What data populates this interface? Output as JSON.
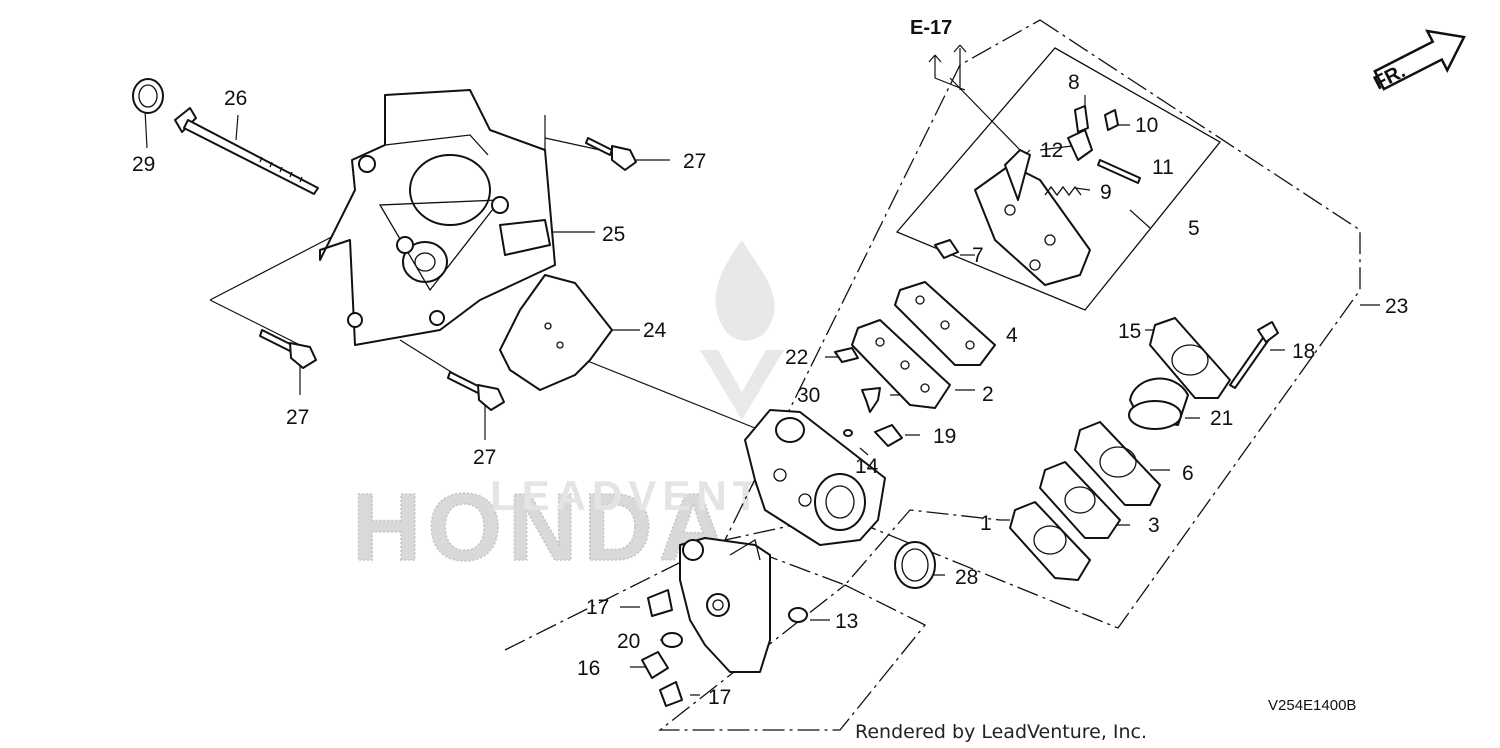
{
  "diagram": {
    "reference": "E-17",
    "direction": "FR.",
    "diagram_code": "V254E1400B",
    "credit": "Rendered by LeadVenture, Inc.",
    "watermark_brand": "HONDA",
    "watermark_dealer": "LEADVENTURE"
  },
  "callouts": [
    {
      "id": "c1",
      "label": "1"
    },
    {
      "id": "c2",
      "label": "2"
    },
    {
      "id": "c3",
      "label": "3"
    },
    {
      "id": "c4",
      "label": "4"
    },
    {
      "id": "c5",
      "label": "5"
    },
    {
      "id": "c6",
      "label": "6"
    },
    {
      "id": "c7",
      "label": "7"
    },
    {
      "id": "c8",
      "label": "8"
    },
    {
      "id": "c9",
      "label": "9"
    },
    {
      "id": "c10",
      "label": "10"
    },
    {
      "id": "c11",
      "label": "11"
    },
    {
      "id": "c12",
      "label": "12"
    },
    {
      "id": "c13",
      "label": "13"
    },
    {
      "id": "c14",
      "label": "14"
    },
    {
      "id": "c15",
      "label": "15"
    },
    {
      "id": "c16",
      "label": "16"
    },
    {
      "id": "c17a",
      "label": "17"
    },
    {
      "id": "c17b",
      "label": "17"
    },
    {
      "id": "c18",
      "label": "18"
    },
    {
      "id": "c19",
      "label": "19"
    },
    {
      "id": "c20",
      "label": "20"
    },
    {
      "id": "c21",
      "label": "21"
    },
    {
      "id": "c22",
      "label": "22"
    },
    {
      "id": "c23",
      "label": "23"
    },
    {
      "id": "c24",
      "label": "24"
    },
    {
      "id": "c25",
      "label": "25"
    },
    {
      "id": "c26",
      "label": "26"
    },
    {
      "id": "c27a",
      "label": "27"
    },
    {
      "id": "c27b",
      "label": "27"
    },
    {
      "id": "c27c",
      "label": "27"
    },
    {
      "id": "c28",
      "label": "28"
    },
    {
      "id": "c29",
      "label": "29"
    },
    {
      "id": "c30",
      "label": "30"
    }
  ]
}
